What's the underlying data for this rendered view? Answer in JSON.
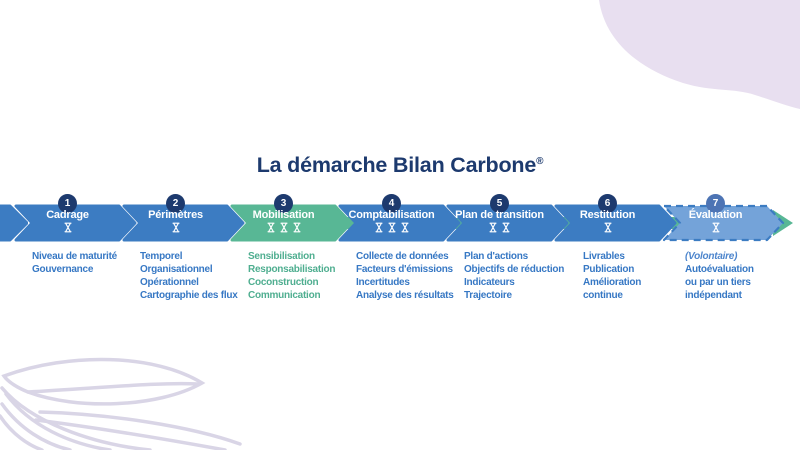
{
  "title": {
    "text": "La démarche Bilan Carbone",
    "registered": "®"
  },
  "colors": {
    "navy": "#1d3a6e",
    "step_blue": "#3c7cc2",
    "step_green": "#58b795",
    "step7_fill": "#74a3d9",
    "dash_blue": "#3c7cc2",
    "badge7": "#4d74b4",
    "list_blue": "#3778c4",
    "list_green": "#4fae90",
    "note_blue": "#4e86cd",
    "lavender": "#e8dff0",
    "leaf": "#d9d5e6"
  },
  "steps": [
    {
      "number": "1",
      "label": "Cadrage",
      "hourglasses": 1,
      "color": "blue",
      "items": [
        "Niveau de maturité",
        "Gouvernance"
      ]
    },
    {
      "number": "2",
      "label": "Périmètres",
      "hourglasses": 1,
      "color": "blue",
      "items": [
        "Temporel",
        "Organisationnel",
        "Opérationnel",
        "Cartographie des flux"
      ]
    },
    {
      "number": "3",
      "label": "Mobilisation",
      "hourglasses": 3,
      "color": "green",
      "items": [
        "Sensibilisation",
        "Responsabilisation",
        "Coconstruction",
        "Communication"
      ]
    },
    {
      "number": "4",
      "label": "Comptabilisation",
      "hourglasses": 3,
      "color": "blue",
      "items": [
        "Collecte de données",
        "Facteurs d'émissions",
        "Incertitudes",
        "Analyse des résultats"
      ]
    },
    {
      "number": "5",
      "label": "Plan de transition",
      "hourglasses": 2,
      "color": "blue",
      "items": [
        "Plan d'actions",
        "Objectifs de réduction",
        "Indicateurs",
        "Trajectoire"
      ]
    },
    {
      "number": "6",
      "label": "Restitution",
      "hourglasses": 1,
      "color": "blue",
      "items": [
        "Livrables",
        "Publication",
        "Amélioration",
        "continue"
      ]
    },
    {
      "number": "7",
      "label": "Évaluation",
      "hourglasses": 1,
      "color": "light-dashed",
      "note": "(Volontaire)",
      "items": [
        "Autoévaluation",
        "ou par un tiers",
        "indépendant"
      ]
    }
  ]
}
